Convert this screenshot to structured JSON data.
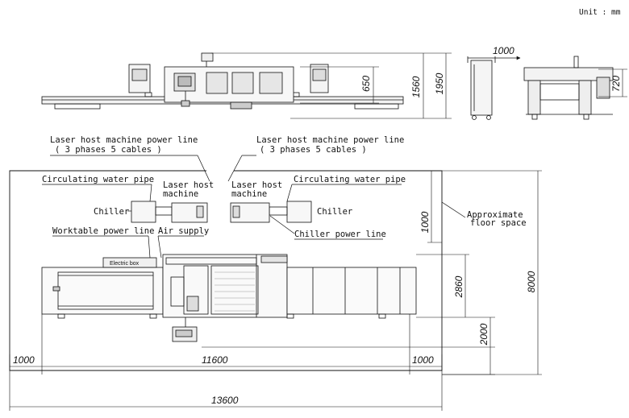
{
  "unit": "Unit : mm",
  "elevation_dims": {
    "h650": "650",
    "h1560": "1560",
    "h1950": "1950",
    "w1000": "1000",
    "h720": "720"
  },
  "labels": {
    "power_line_left": "Laser host machine power line",
    "phases_left": "( 3 phases 5 cables )",
    "power_line_right": "Laser host machine power line",
    "phases_right": "( 3 phases 5 cables )",
    "water_pipe_left": "Circulating water pipe",
    "water_pipe_right": "Circulating water pipe",
    "laser_host_left_1": "Laser host",
    "laser_host_left_2": "machine",
    "laser_host_right_1": "Laser host",
    "laser_host_right_2": "machine",
    "chiller_left": "Chiller",
    "chiller_right": "Chiller",
    "chiller_power_line": "Chiller power line",
    "worktable_power_line": "Worktable power line",
    "air_supply": "Air supply",
    "approx_floor_1": "Approximate",
    "approx_floor_2": "floor space",
    "electric_box": "Electric box"
  },
  "plan_dims": {
    "d1000_right_v": "1000",
    "d8000": "8000",
    "d2860": "2860",
    "d2000": "2000",
    "d1000_left": "1000",
    "d11600": "11600",
    "d1000_right": "1000",
    "d13600": "13600"
  }
}
